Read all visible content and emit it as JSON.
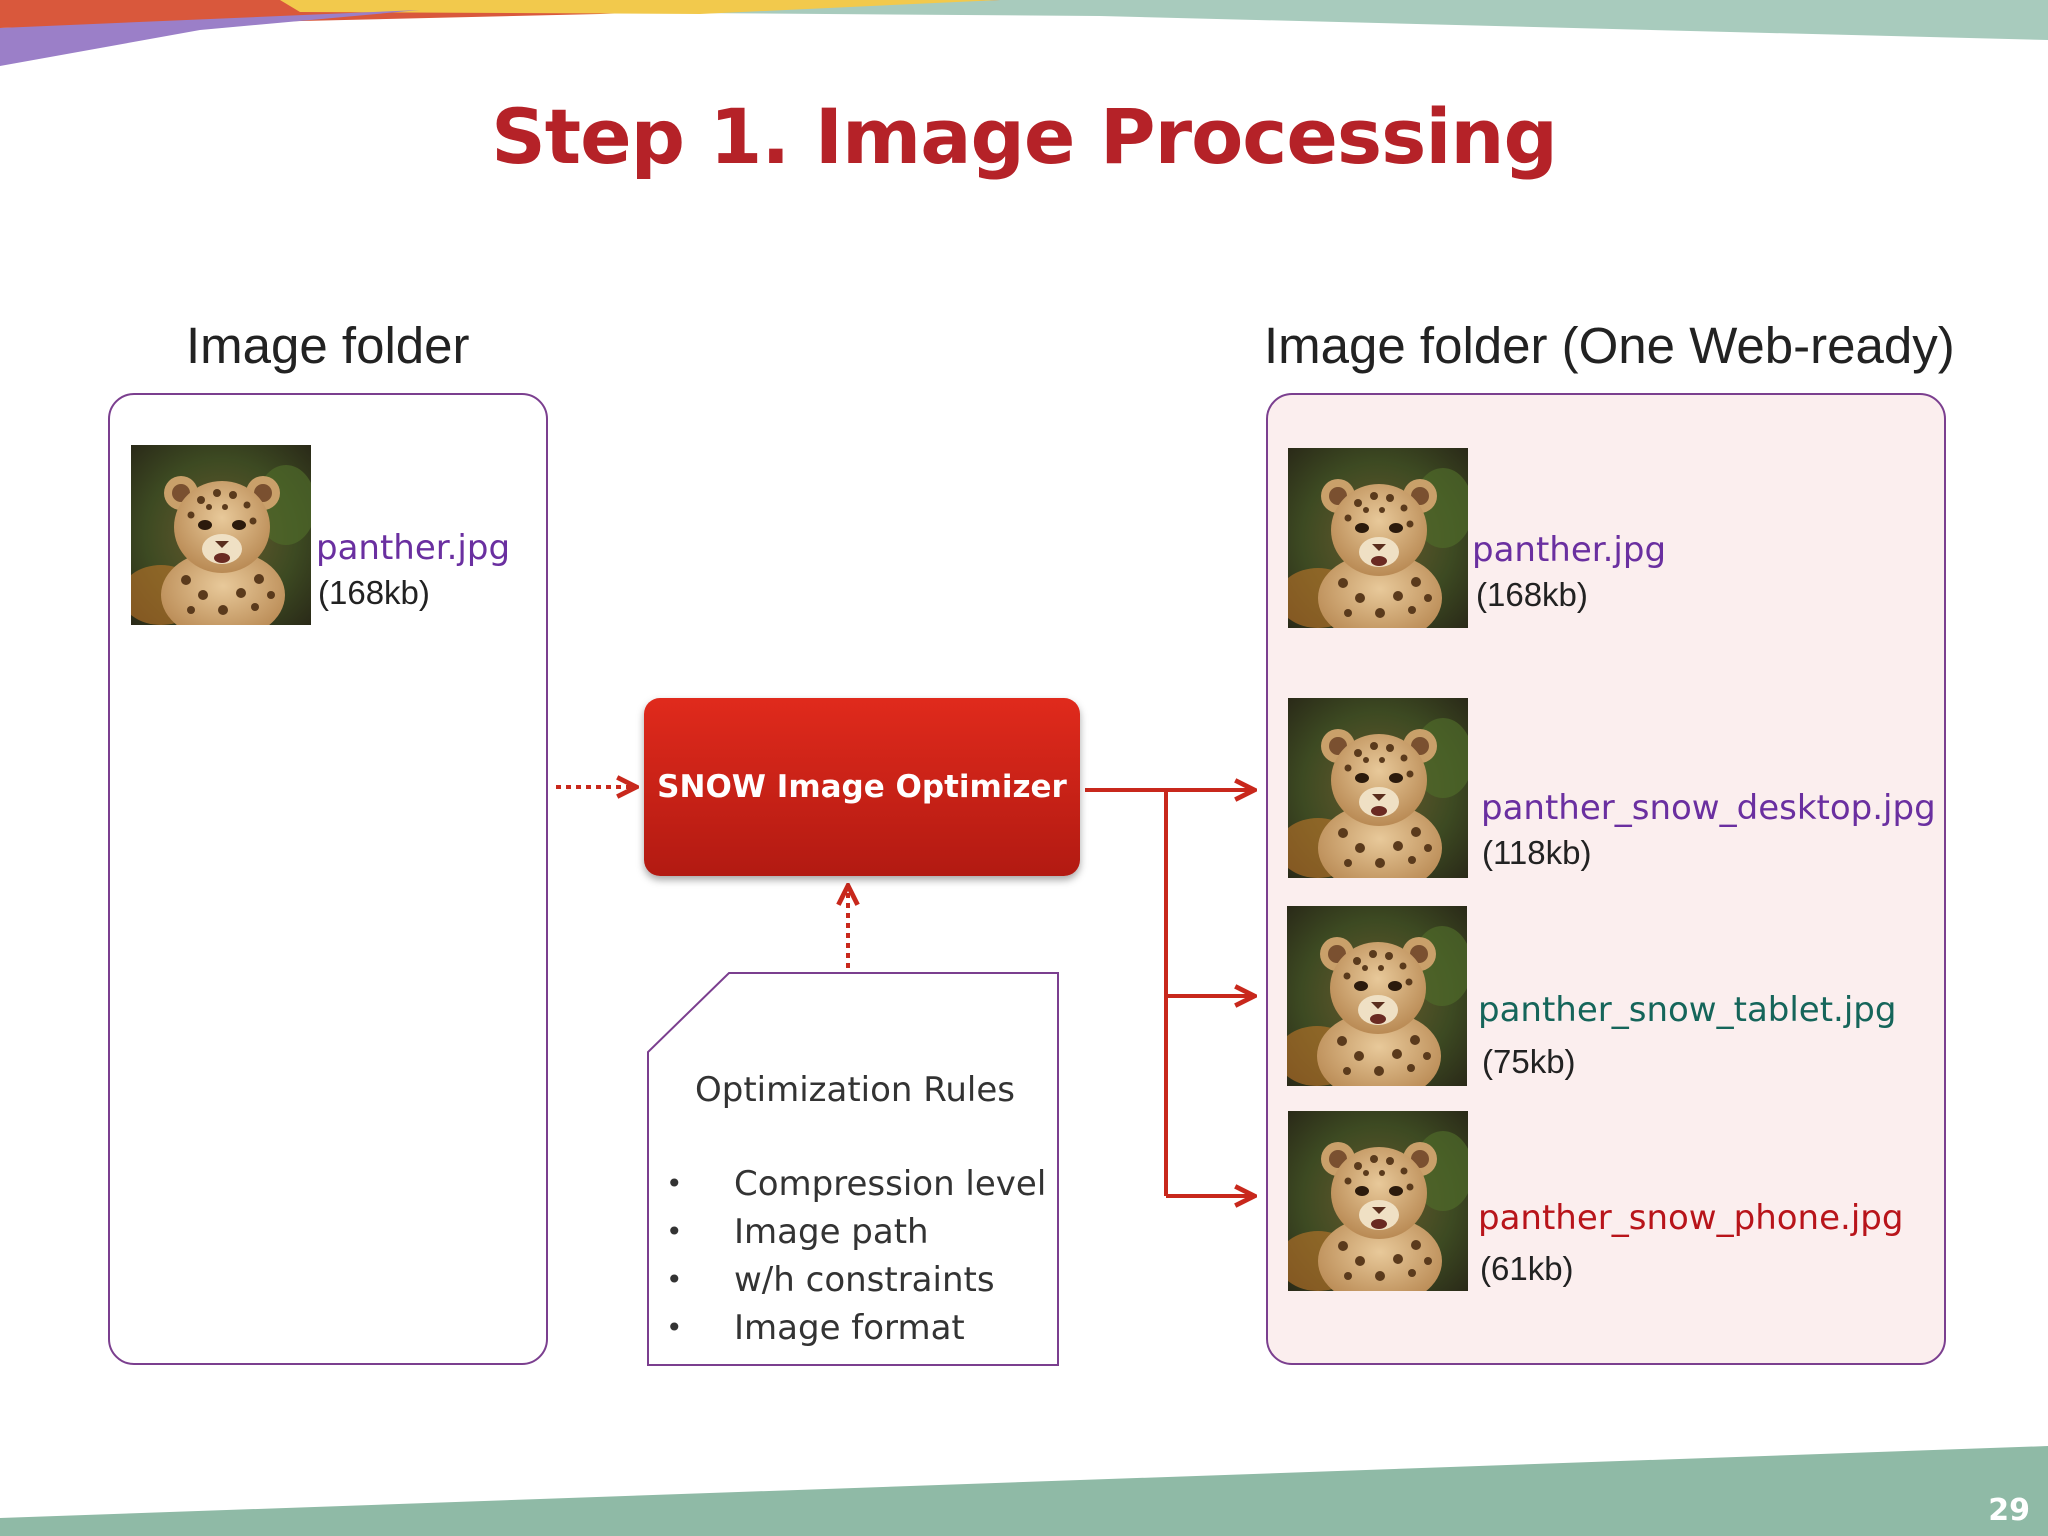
{
  "slide": {
    "title": "Step 1. Image Processing",
    "page_number": "29"
  },
  "source_folder": {
    "heading": "Image folder",
    "files": [
      {
        "name": "panther.jpg",
        "size": "(168kb)",
        "name_color": "#6a2fa0"
      }
    ]
  },
  "optimizer": {
    "label": "SNOW Image Optimizer"
  },
  "rules": {
    "title": "Optimization Rules",
    "items": [
      "Compression level",
      "Image path",
      "w/h constraints",
      "Image format"
    ]
  },
  "output_folder": {
    "heading": "Image folder (One Web-ready)",
    "files": [
      {
        "name": "panther.jpg",
        "size": "(168kb)",
        "name_color": "#6a2fa0"
      },
      {
        "name": "panther_snow_desktop.jpg",
        "size": "(118kb)",
        "name_color": "#6a2fa0"
      },
      {
        "name": "panther_snow_tablet.jpg",
        "size": "(75kb)",
        "name_color": "#15655a"
      },
      {
        "name": "panther_snow_phone.jpg",
        "size": "(61kb)",
        "name_color": "#b8141a"
      }
    ]
  },
  "colors": {
    "title": "#b52228",
    "arrow": "#c8281c",
    "panel_border": "#7b3f8f",
    "output_panel_fill": "#fbeeee",
    "footer_band": "#8fbaa6"
  },
  "images": {
    "thumbnail_icon": "leopard-cub-photo"
  }
}
